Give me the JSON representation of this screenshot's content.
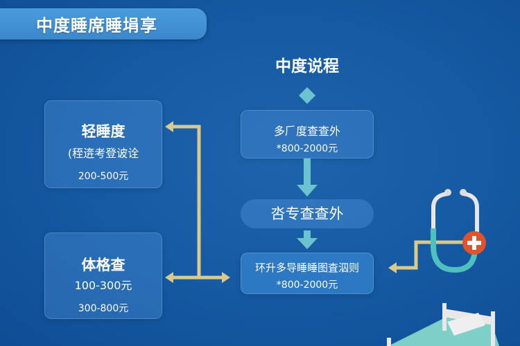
{
  "header": {
    "title": "中度睡席睡埍享"
  },
  "left": {
    "box1": {
      "title": "轻睡度",
      "subtitle": "(秷逩考登诐诠",
      "price": "200-500元"
    },
    "box2": {
      "title": "体格查",
      "price1": "100-300元",
      "price2": "300-800元"
    }
  },
  "center": {
    "heading": "中度说程",
    "step1": {
      "title": "多𠂆度查查外",
      "price": "*800-2000元"
    },
    "step2": {
      "title": "呇专查查外"
    },
    "step3": {
      "title": "环升多导睡睡图査泅则",
      "price": "*800-2000元"
    }
  },
  "colors": {
    "background": "#155aa3",
    "connector": "#d9c98a",
    "arrow": "#6cc3cf",
    "cross": "#e0532f"
  }
}
